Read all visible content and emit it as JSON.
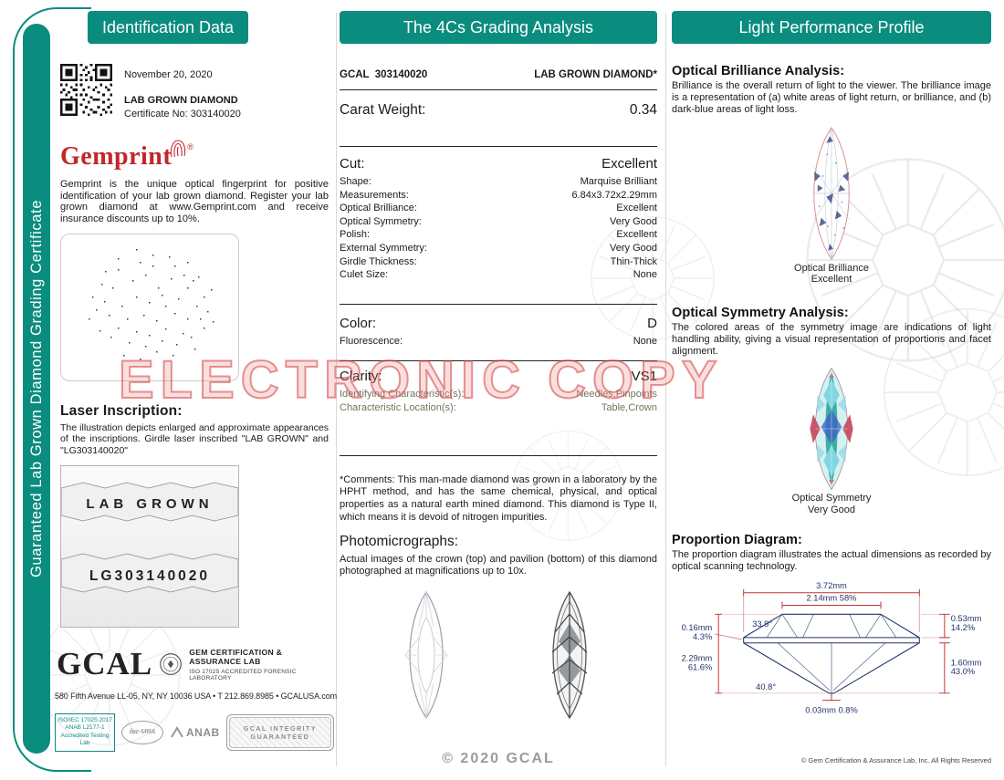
{
  "page": {
    "vertical_title": "Guaranteed Lab Grown Diamond Grading Certificate",
    "watermark": "ELECTRONIC COPY",
    "copyright_center": "© 2020 GCAL",
    "copyright_right": "© Gem Certification & Assurance Lab, Inc. All Rights Reserved",
    "accent_color": "#0a8c7f",
    "watermark_color": "#d23e3e"
  },
  "identification": {
    "header": "Identification Data",
    "date": "November 20, 2020",
    "product": "LAB GROWN DIAMOND",
    "certificate_no": "Certificate No: 303140020",
    "gemprint": {
      "brand": "Gemprint",
      "registered": "®",
      "description": "Gemprint is the unique optical fingerprint for positive identification of your lab grown diamond. Register your lab grown diamond at www.Gemprint.com and receive insurance discounts up to 10%."
    },
    "laser": {
      "title": "Laser Inscription:",
      "description": "The illustration depicts enlarged and approximate appearances of the inscriptions. Girdle laser inscribed \"LAB GROWN\" and \"LG303140020\"",
      "inscription1": "LAB GROWN",
      "inscription2": "LG303140020"
    },
    "lab": {
      "name": "GCAL",
      "tagline1": "GEM CERTIFICATION & ASSURANCE LAB",
      "tagline2": "ISO 17025 ACCREDITED FORENSIC LABORATORY",
      "address": "580 Fifth Avenue LL-05, NY, NY 10036 USA • T 212.869.8985 • GCALUSA.com"
    },
    "accreditation": {
      "line1": "ISO/IEC 17025:2017",
      "line2": "ANAB L2177-1",
      "line3": "Accredited Testing Lab",
      "ilac": "ilac-MRA",
      "anab": "ANAB",
      "stamp": "GCAL INTEGRITY GUARANTEED"
    }
  },
  "grading": {
    "header": "The 4Cs Grading Analysis",
    "report_no": "GCAL  303140020",
    "product": "LAB GROWN DIAMOND*",
    "carat": {
      "label": "Carat Weight:",
      "value": "0.34"
    },
    "cut": {
      "label": "Cut:",
      "value": "Excellent"
    },
    "cut_details": [
      {
        "label": "Shape:",
        "value": "Marquise Brilliant"
      },
      {
        "label": "Measurements:",
        "value": "6.84x3.72x2.29mm"
      },
      {
        "label": "Optical Brilliance:",
        "value": "Excellent"
      },
      {
        "label": "Optical Symmetry:",
        "value": "Very Good"
      },
      {
        "label": "Polish:",
        "value": "Excellent"
      },
      {
        "label": "External Symmetry:",
        "value": "Very Good"
      },
      {
        "label": "Girdle Thickness:",
        "value": "Thin-Thick"
      },
      {
        "label": "Culet Size:",
        "value": "None"
      }
    ],
    "color": {
      "label": "Color:",
      "value": "D"
    },
    "fluorescence": {
      "label": "Fluorescence:",
      "value": "None"
    },
    "clarity": {
      "label": "Clarity:",
      "value": "VS1"
    },
    "clarity_details": [
      {
        "label": "Identifying Characteristic(s):",
        "value": "Needles,Pinpoints"
      },
      {
        "label": "Characteristic Location(s):",
        "value": "Table,Crown"
      }
    ],
    "comments": "*Comments:  This man-made diamond was grown in a laboratory by the HPHT method, and has the same chemical, physical, and optical properties as a natural earth mined diamond.  This diamond is Type II,  which means it is devoid of nitrogen impurities.",
    "photomicrographs": {
      "title": "Photomicrographs:",
      "description": "Actual images of the crown (top) and pavilion (bottom) of this diamond photographed at magnifications up to 10x."
    }
  },
  "light": {
    "header": "Light Performance Profile",
    "brilliance": {
      "title": "Optical Brilliance Analysis:",
      "description": "Brilliance is the overall return of light to the viewer. The brilliance image is a representation of (a) white areas of light return, or brilliance, and (b) dark-blue areas of light loss.",
      "caption": "Optical Brilliance",
      "grade": "Excellent"
    },
    "symmetry": {
      "title": "Optical Symmetry Analysis:",
      "description": "The colored areas of the symmetry image are indications of light handling ability, giving a visual representation of proportions and facet alignment.",
      "caption": "Optical Symmetry",
      "grade": "Very Good"
    },
    "proportion": {
      "title": "Proportion Diagram:",
      "description": "The proportion diagram illustrates the actual dimensions as recorded by optical scanning technology.",
      "labels": {
        "total_width": "3.72mm",
        "table_width": "2.14mm 58%",
        "crown_angle": "33.9°",
        "crown_height_mm": "0.53mm",
        "crown_height_pct": "14.2%",
        "girdle_mm": "0.16mm",
        "girdle_pct": "4.3%",
        "total_depth_mm": "2.29mm",
        "total_depth_pct": "61.6%",
        "pavilion_depth_mm": "1.60mm",
        "pavilion_depth_pct": "43.0%",
        "pavilion_angle": "40.8°",
        "culet": "0.03mm 0.8%"
      }
    }
  }
}
